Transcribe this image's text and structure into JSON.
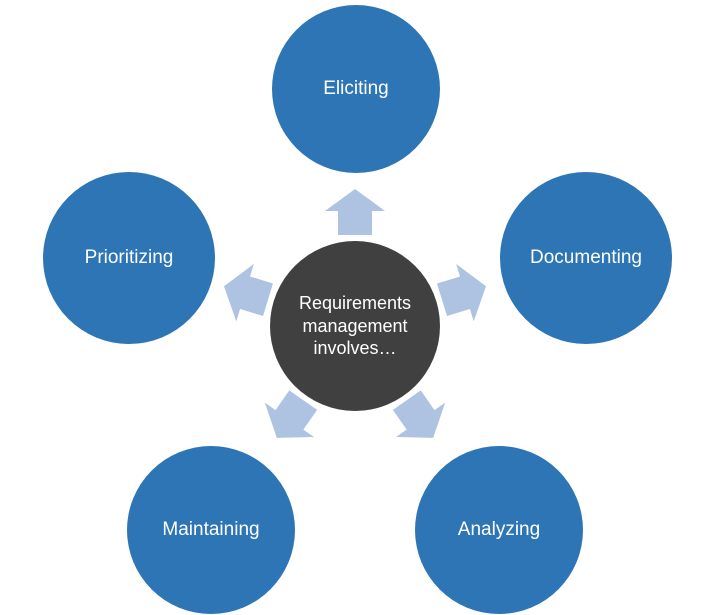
{
  "diagram": {
    "center": {
      "label": "Requirements management involves…"
    },
    "nodes": [
      {
        "id": "eliciting",
        "label": "Eliciting"
      },
      {
        "id": "documenting",
        "label": "Documenting"
      },
      {
        "id": "analyzing",
        "label": "Analyzing"
      },
      {
        "id": "maintaining",
        "label": "Maintaining"
      },
      {
        "id": "prioritizing",
        "label": "Prioritizing"
      }
    ],
    "arrows": [
      {
        "from": "center",
        "to": "eliciting",
        "direction": "up"
      },
      {
        "from": "center",
        "to": "documenting",
        "direction": "upper-right"
      },
      {
        "from": "center",
        "to": "analyzing",
        "direction": "lower-right"
      },
      {
        "from": "center",
        "to": "maintaining",
        "direction": "lower-left"
      },
      {
        "from": "center",
        "to": "prioritizing",
        "direction": "upper-left"
      }
    ],
    "colors": {
      "node_fill": "#2E75B6",
      "center_fill": "#404040",
      "arrow_fill": "#AEC3E1",
      "label_text": "#FFFFFF",
      "background": "#FFFFFF"
    }
  }
}
